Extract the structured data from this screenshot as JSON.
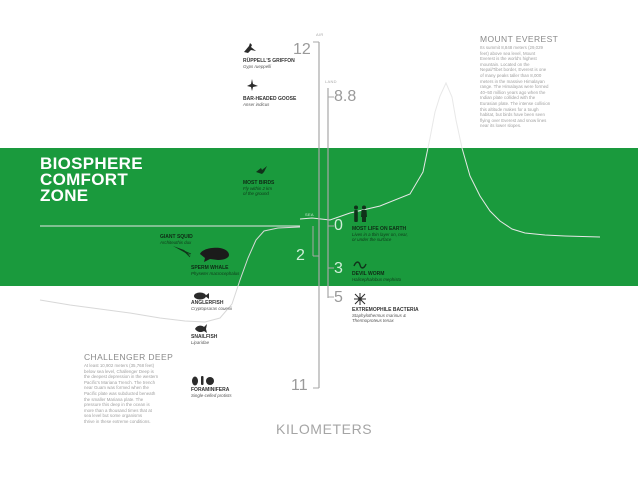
{
  "colors": {
    "band": "#1a9a3d",
    "terrain": "#d6d6d6",
    "axis": "#a0a0a0",
    "silhouette": "#2b2b2b"
  },
  "band_title": "BIOSPHERE\nCOMFORT\nZONE",
  "axes": {
    "air": {
      "tag": "AIR",
      "ticks": [
        "12",
        "2",
        "11"
      ]
    },
    "land": {
      "tag": "LAND",
      "ticks": [
        "8.8",
        "0",
        "3",
        "5"
      ]
    },
    "sea": {
      "tag": "SEA"
    }
  },
  "organisms": [
    {
      "id": "griffon",
      "icon": "griffon-vulture-icon",
      "name": "RÜPPELL'S GRIFFON",
      "sci": "Gyps rueppelli"
    },
    {
      "id": "goose",
      "icon": "goose-icon",
      "name": "BAR-HEADED GOOSE",
      "sci": "Anser indicus"
    },
    {
      "id": "birds",
      "icon": "bird-icon",
      "name": "MOST BIRDS",
      "sci": "Fly within 2 km\nof the ground"
    },
    {
      "id": "squid",
      "icon": "squid-icon",
      "name": "GIANT SQUID",
      "sci": "Architeuthis dux"
    },
    {
      "id": "whale",
      "icon": "whale-icon",
      "name": "SPERM WHALE",
      "sci": "Physeter macrocephalus"
    },
    {
      "id": "anglerfish",
      "icon": "anglerfish-icon",
      "name": "ANGLERFISH",
      "sci": "Cryptopsaras couesii"
    },
    {
      "id": "snailfish",
      "icon": "snailfish-icon",
      "name": "SNAILFISH",
      "sci": "Liparidae"
    },
    {
      "id": "forams",
      "icon": "foraminifera-icon",
      "name": "FORAMINIFERA",
      "sci": "Single-celled protists"
    },
    {
      "id": "life",
      "icon": "people-icon",
      "name": "MOST LIFE ON EARTH",
      "sci": "Lives in a thin layer on, near,\nor under the surface"
    },
    {
      "id": "worm",
      "icon": "worm-icon",
      "name": "DEVIL WORM",
      "sci": "Halicephalobus mephisto"
    },
    {
      "id": "bacteria",
      "icon": "bacteria-icon",
      "name": "EXTREMOPHILE BACTERIA",
      "sci": "Staphylothermus marinus &\nThermoproteus tenax"
    }
  ],
  "everest": {
    "title": "MOUNT EVEREST",
    "body": "Its summit 8,848 meters (29,029\nfeet) above sea level, Mount\nEverest is the world's highest\nmountain. Located on the\nNepal/Tibet border, Everest is one\nof many peaks taller than 8,000\nmeters in the massive Himalayan\nrange. The Himalayas were formed\n40–50 million years ago when the\nIndian plate collided with the\nEurasian plate. The intense collision\nthis altitude makes for a tough\nhabitat, but birds have been seen\nflying over Everest and snow lines\nnear its lower slopes."
  },
  "challenger": {
    "title": "CHALLENGER DEEP",
    "body": "At least 10,902 meters (35,768 feet)\nbelow sea level, Challenger Deep is\nthe deepest depression in the western\nPacific's Mariana Trench. The trench\nnear Guam was formed when the\nPacific plate was subducted beneath\nthe smaller Mariana plate. The\npressure this deep in the ocean is\nmore than a thousand times that at\nsea level but some organisms\nthrive in these extreme conditions."
  },
  "x_label": "KILOMETERS"
}
